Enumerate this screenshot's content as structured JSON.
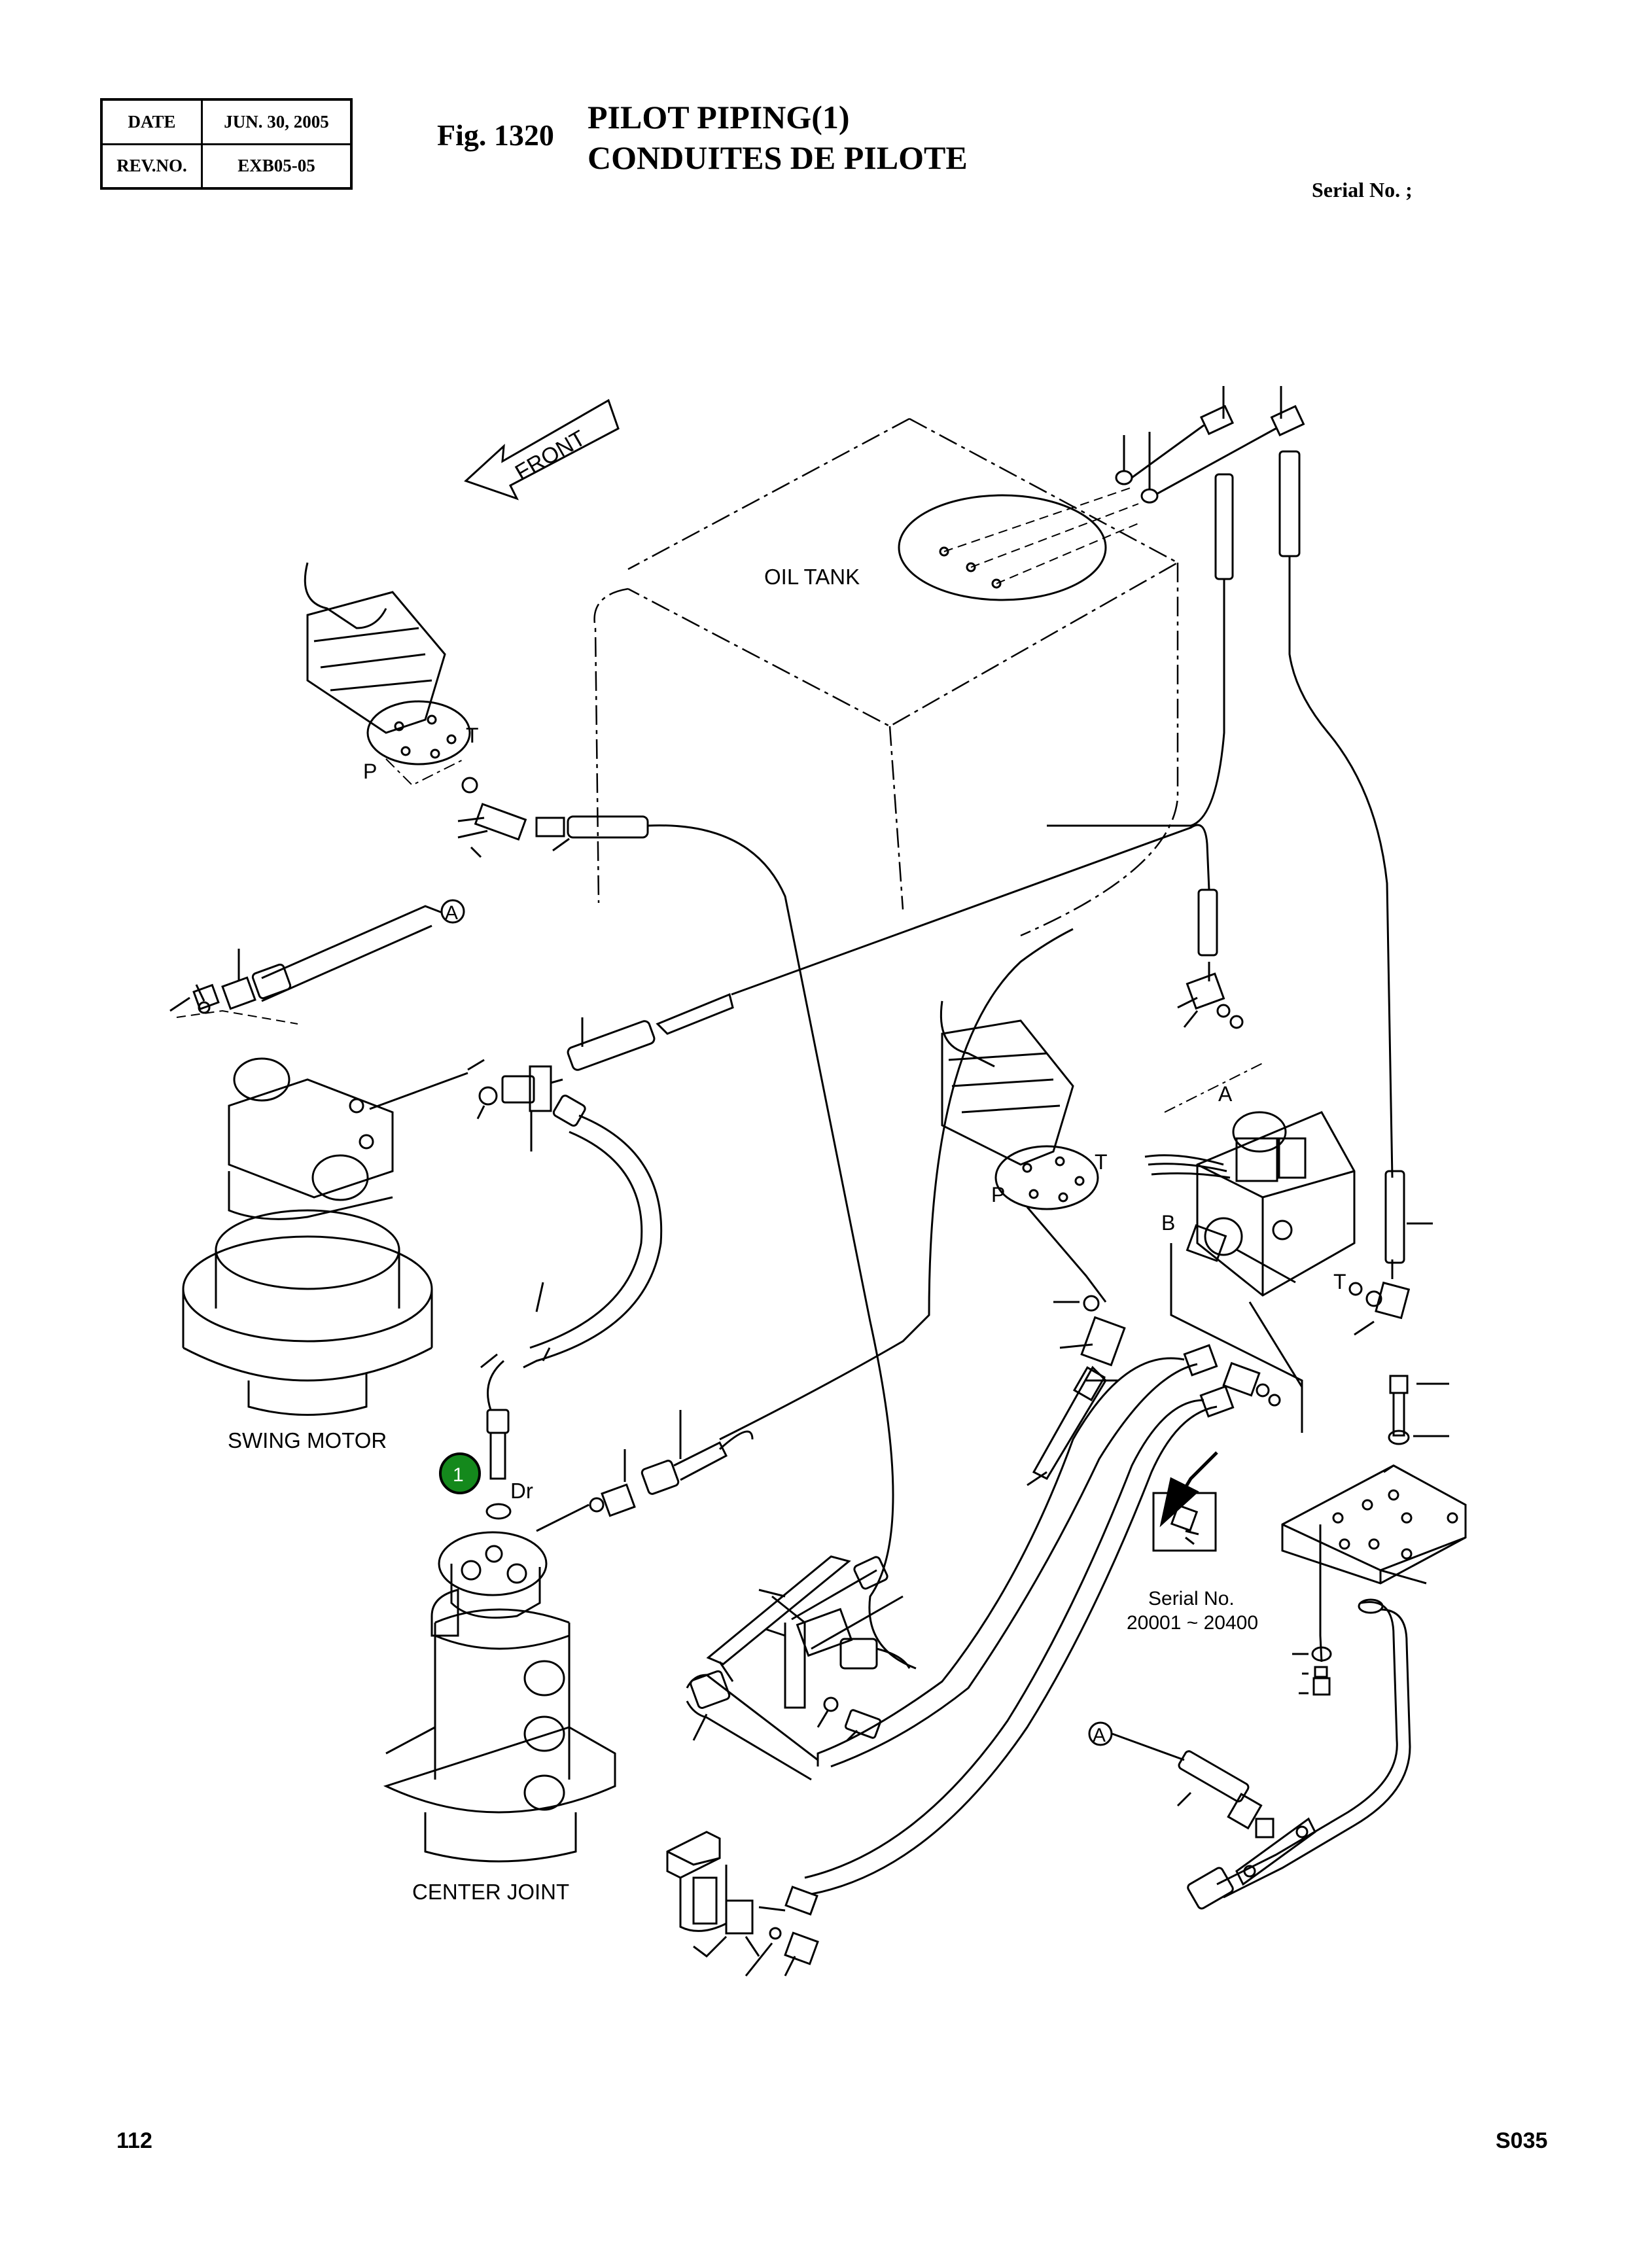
{
  "header": {
    "date_label": "DATE",
    "date_value": "JUN. 30, 2005",
    "rev_label": "REV.NO.",
    "rev_value": "EXB05-05",
    "figure_number": "Fig. 1320",
    "title_en": "PILOT PIPING(1)",
    "title_fr": "CONDUITES DE PILOTE",
    "serial_label": "Serial No. ;"
  },
  "diagram": {
    "front_label": "FRONT",
    "oil_tank_label": "OIL TANK",
    "swing_motor_label": "SWING MOTOR",
    "center_joint_label": "CENTER JOINT",
    "port_t_left": "T",
    "port_p_left": "P",
    "port_t_right": "T",
    "port_p_right": "P",
    "port_a_valve": "A",
    "port_b_valve": "B",
    "port_t_valve": "T",
    "port_dr": "Dr",
    "ref_a_top": "A",
    "ref_a_bottom": "A",
    "inset_serial_label": "Serial No.",
    "inset_serial_range": "20001 ~ 20400"
  },
  "callouts": [
    {
      "number": "1",
      "color": "#14891c"
    }
  ],
  "footer": {
    "page_number": "112",
    "page_code": "S035"
  }
}
